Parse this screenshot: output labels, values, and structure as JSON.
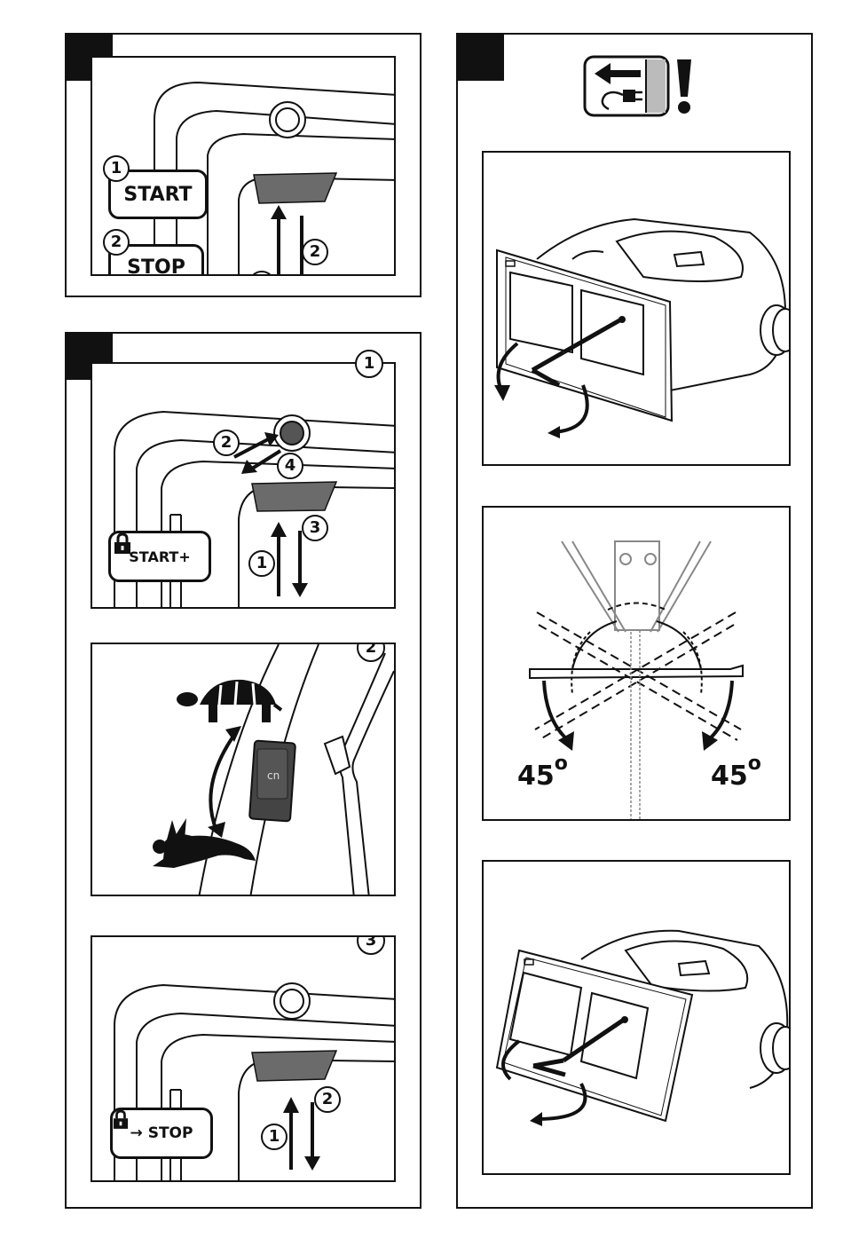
{
  "steps": {
    "one": "1",
    "two": "2",
    "three": "3",
    "four": "4"
  },
  "buttons": {
    "start": "START",
    "stop": "STOP",
    "start_lock": "START+",
    "lock_stop": "→ STOP"
  },
  "angles": {
    "left": "45",
    "right": "45",
    "unit": "o"
  },
  "icons": {
    "warning": "exclamation-icon",
    "unplug": "unplug-icon",
    "lock": "lock-icon",
    "tortoise": "tortoise-icon",
    "hare": "hare-icon"
  }
}
